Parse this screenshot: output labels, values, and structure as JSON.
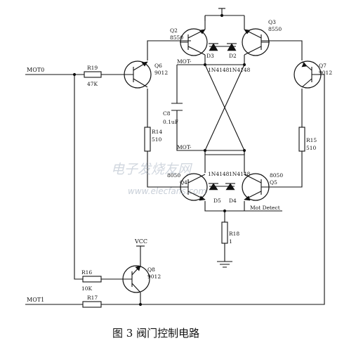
{
  "caption": "图 3   阀门控制电路",
  "watermark": {
    "text": "电子发烧友网",
    "url": "www.elecfans.com"
  },
  "nets": {
    "mot0": "MOT0",
    "mot1": "MOT1",
    "vcc": "VCC",
    "mot_minus_top": "MOT-",
    "mot_minus_mid": "MOT-",
    "mot_detect": "Mot Detect"
  },
  "transistors": {
    "q2": {
      "ref": "Q2",
      "part": "8550"
    },
    "q3": {
      "ref": "Q3",
      "part": "8550"
    },
    "q4": {
      "ref": "Q4",
      "part": "8050"
    },
    "q5": {
      "ref": "Q5",
      "part": "8050"
    },
    "q6": {
      "ref": "Q6",
      "part": "9012"
    },
    "q7": {
      "ref": "Q7",
      "part": "9012"
    },
    "q8": {
      "ref": "Q8",
      "part": "9012"
    }
  },
  "resistors": {
    "r14": {
      "ref": "R14",
      "value": "510"
    },
    "r15": {
      "ref": "R15",
      "value": "510"
    },
    "r16": {
      "ref": "R16",
      "value": "10K"
    },
    "r17": {
      "ref": "R17",
      "value": ""
    },
    "r18": {
      "ref": "R18",
      "value": "1"
    },
    "r19": {
      "ref": "R19",
      "value": "47K"
    }
  },
  "capacitor": {
    "ref": "C8",
    "value": "0.1uF"
  },
  "diodes": {
    "d2": {
      "ref": "D2",
      "part": "1N4148"
    },
    "d3": {
      "ref": "D3",
      "part": "1N4148"
    },
    "d4": {
      "ref": "D4",
      "part": ""
    },
    "d5": {
      "ref": "D5",
      "part": ""
    },
    "d6_part": "1N4148",
    "d7_part": "1N4148"
  }
}
